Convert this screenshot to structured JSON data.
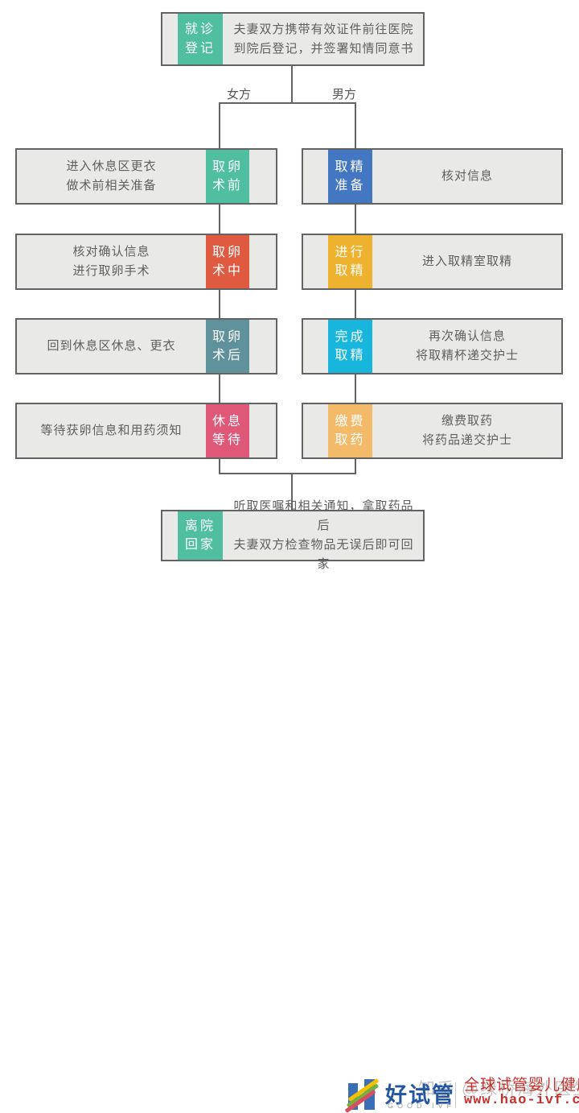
{
  "colors": {
    "green": "#4fbf9f",
    "red": "#df5a41",
    "slate": "#60929b",
    "pink": "#df5878",
    "blue": "#4377c1",
    "amber": "#eeb22f",
    "cyan": "#18b6dd",
    "orange": "#f2ba69",
    "box_fill": "#e9e9e7",
    "border": "#636363",
    "brand_blue": "#2456a0",
    "brand_red": "#c5302c"
  },
  "flow": {
    "start": {
      "label": "就诊\n登记",
      "text": "夫妻双方携带有效证件前往医院\n到院后登记，并签署知情同意书"
    },
    "branch": {
      "female": "女方",
      "male": "男方"
    },
    "female_steps": [
      {
        "label": "取卵\n术前",
        "text": "进入休息区更衣\n做术前相关准备",
        "color": "#4fbf9f"
      },
      {
        "label": "取卵\n术中",
        "text": "核对确认信息\n进行取卵手术",
        "color": "#df5a41"
      },
      {
        "label": "取卵\n术后",
        "text": "回到休息区休息、更衣",
        "color": "#60929b"
      },
      {
        "label": "休息\n等待",
        "text": "等待获卵信息和用药须知",
        "color": "#df5878"
      }
    ],
    "male_steps": [
      {
        "label": "取精\n准备",
        "text": "核对信息",
        "color": "#4377c1"
      },
      {
        "label": "进行\n取精",
        "text": "进入取精室取精",
        "color": "#eeb22f"
      },
      {
        "label": "完成\n取精",
        "text": "再次确认信息\n将取精杯递交护士",
        "color": "#18b6dd"
      },
      {
        "label": "缴费\n取药",
        "text": "缴费取药\n将药品递交护士",
        "color": "#f2ba69"
      }
    ],
    "end": {
      "label": "离院\n回家",
      "text": "听取医嘱和相关通知，拿取药品后\n夫妻双方检查物品无误后即可回家"
    }
  },
  "footer": {
    "brand_name": "好试管",
    "brand_sub": "GOOD IVF",
    "tagline": "全球试管婴儿健康平台",
    "website": "www.hao-ivf.com",
    "watermark": "知乎 @绿桥海外医生"
  }
}
